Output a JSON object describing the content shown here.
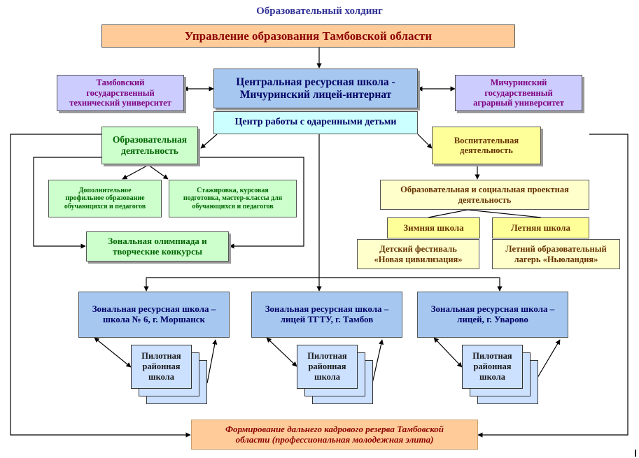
{
  "title": "Образовательный холдинг",
  "colors": {
    "orange": "#ffcc99",
    "lavender": "#ccccff",
    "blue": "#a6c8f0",
    "cyan": "#ccffff",
    "green": "#ccffcc",
    "yellow": "#ffff99",
    "lightyellow": "#ffffcc",
    "pilot": "#cce0ff",
    "dark_red": "#8b0000",
    "navy": "#000066",
    "purple": "#800080",
    "olive": "#663300"
  },
  "nodes": {
    "top": "Управление образования Тамбовской области",
    "center": "Центральная ресурсная школа -\nМичуринский лицей-интернат",
    "left_univ": "Тамбовский\nгосударственный\nтехнический университет",
    "right_univ": "Мичуринский\nгосударственный\nаграрный университет",
    "gifted": "Центр работы с одаренными детьми",
    "edu": "Образовательная\nдеятельность",
    "add_edu": "Дополнительное\nпрофильное образование\nобучающихся и педагогов",
    "internship": "Стажировка, курсовая\nподготовка, мастер-классы для\nобучающихся и педагогов",
    "olympiad": "Зональная олимпиада и\nтворческие конкурсы",
    "upbringing": "Воспитательная\nдеятельность",
    "project": "Образовательная и социальная проектная\nдеятельность",
    "winter": "Зимняя школа",
    "summer": "Летняя школа",
    "festival": "Детский фестиваль\n«Новая цивилизация»",
    "camp": "Летний образовательный\nлагерь «Ньюландия»",
    "zone1": "Зональная ресурсная школа –\nшкола № 6, г. Моршанск",
    "zone2": "Зональная ресурсная школа –\nлицей ТГТУ, г. Тамбов",
    "zone3": "Зональная ресурсная школа –\nлицей, г. Уварово",
    "pilot": "Пилотная\nрайонная\nшкола",
    "bottom": "Формирование дальнего кадрового резерва Тамбовской\nобласти (профессиональная молодежная элита)"
  }
}
